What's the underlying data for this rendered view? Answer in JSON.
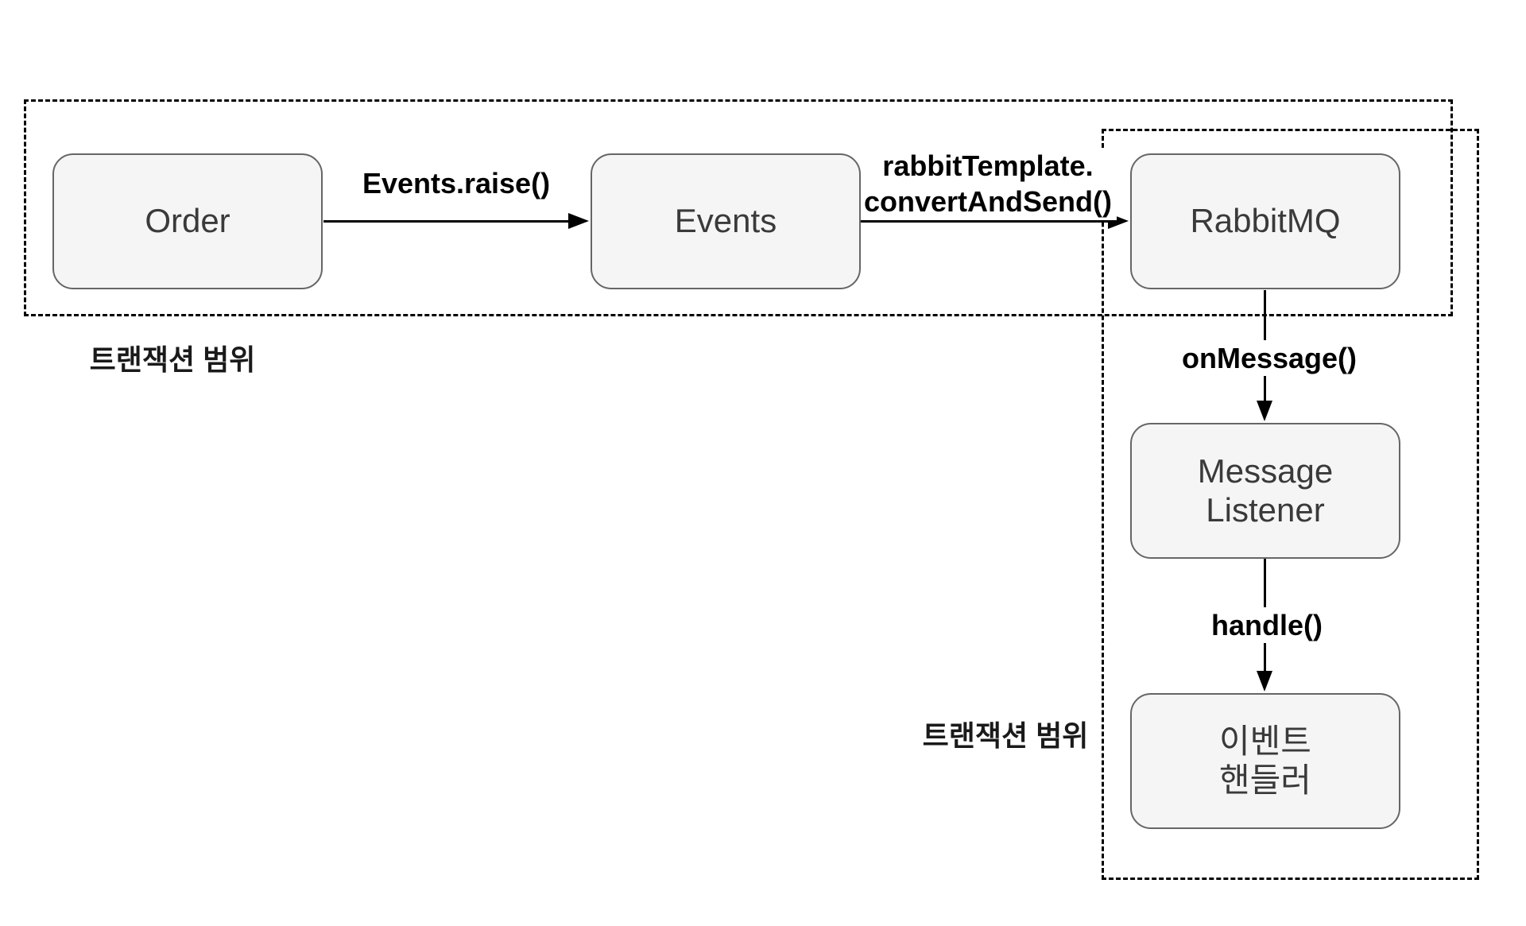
{
  "nodes": [
    {
      "id": "order",
      "label": "Order"
    },
    {
      "id": "events",
      "label": "Events"
    },
    {
      "id": "rabbitmq",
      "label": "RabbitMQ"
    },
    {
      "id": "message-listener",
      "lines": [
        "Message",
        "Listener"
      ]
    },
    {
      "id": "event-handler",
      "lines": [
        "이벤트",
        "핸들러"
      ]
    }
  ],
  "edges": [
    {
      "id": "order-to-events",
      "label": "Events.raise()"
    },
    {
      "id": "events-to-rabbitmq",
      "lines": [
        "rabbitTemplate.",
        "convertAndSend()"
      ]
    },
    {
      "id": "rabbitmq-to-listener",
      "label": "onMessage()"
    },
    {
      "id": "listener-to-handler",
      "label": "handle()"
    }
  ],
  "scopes": [
    {
      "id": "transaction-scope-1",
      "label": "트랜잭션 범위"
    },
    {
      "id": "transaction-scope-2",
      "label": "트랜잭션 범위"
    }
  ],
  "colors": {
    "background": "#ffffff",
    "node_fill": "#f5f5f5",
    "node_border": "#666666",
    "node_text": "#3a3a3a",
    "line_and_scope_border": "#000000"
  }
}
